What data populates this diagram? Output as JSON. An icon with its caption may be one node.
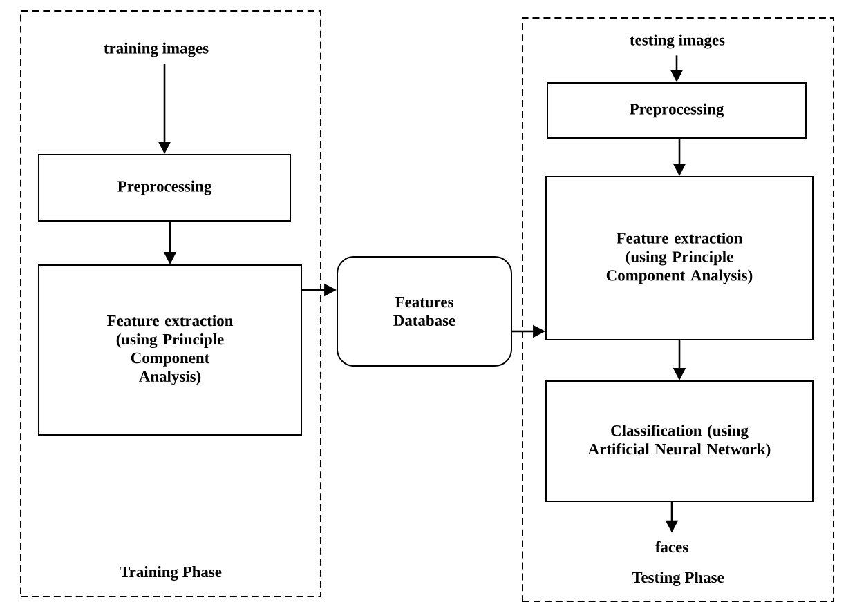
{
  "diagram": {
    "nodes": [
      {
        "text": [
          "Training Phase"
        ]
      },
      {
        "text": [
          "training images"
        ],
        "in": 0
      },
      {
        "text": [
          "Preprocessing"
        ],
        "in": 0
      },
      {
        "text": [
          "Feature extraction (using Principle Component Analysis)"
        ],
        "in": 0
      },
      {
        "text": [
          "Features Database"
        ]
      },
      {
        "text": [
          "Testing Phase"
        ]
      },
      {
        "text": [
          "testing images"
        ],
        "in": 5
      },
      {
        "text": [
          "Preprocessing"
        ],
        "in": 5
      },
      {
        "text": [
          "Feature extraction (using Principle Component Analysis)"
        ],
        "in": 5
      },
      {
        "text": [
          "Classification (using Artificial Neural Network)"
        ],
        "in": 5
      },
      {
        "text": [
          "faces"
        ],
        "in": 5
      }
    ],
    "edges": [
      {
        "from": 1,
        "to": 2,
        "arrow": "to"
      },
      {
        "from": 2,
        "to": 3,
        "arrow": "to"
      },
      {
        "from": 3,
        "to": 4,
        "arrow": "to"
      },
      {
        "from": 4,
        "to": 8,
        "arrow": "to"
      },
      {
        "from": 6,
        "to": 7,
        "arrow": "to"
      },
      {
        "from": 7,
        "to": 8,
        "arrow": "to"
      },
      {
        "from": 8,
        "to": 9,
        "arrow": "to"
      },
      {
        "from": 9,
        "to": 10,
        "arrow": "to"
      }
    ]
  }
}
